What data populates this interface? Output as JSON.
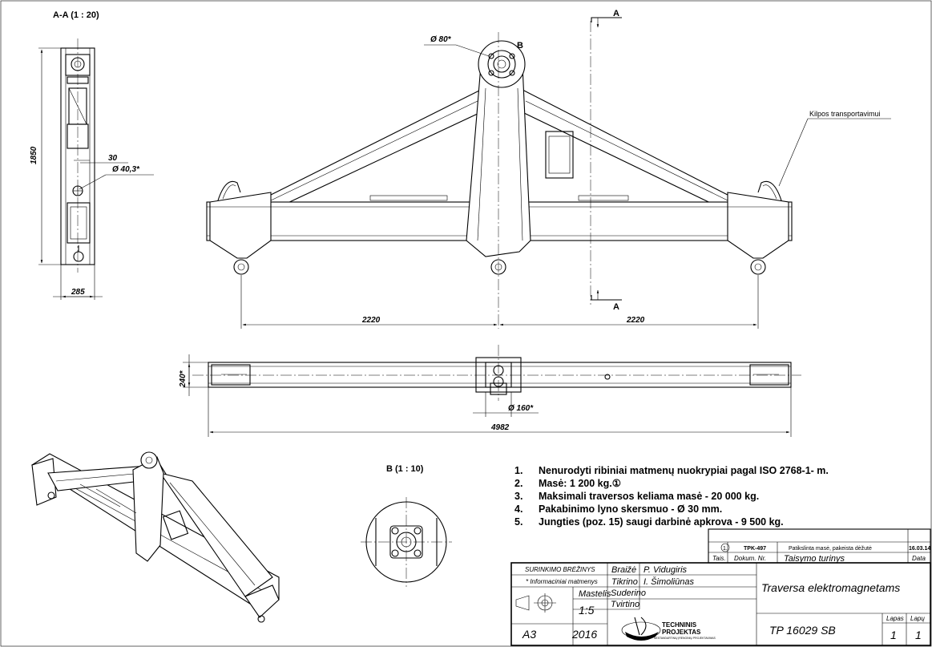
{
  "views": {
    "section_label": "A-A (1 : 20)",
    "detail_label": "B (1 : 10)",
    "callout_b": "B",
    "section_mark": "A"
  },
  "dimensions": {
    "height": "1850",
    "width_side": "285",
    "d30": "30",
    "d40": "Ø 40,3*",
    "d80": "Ø 80*",
    "span_left": "2220",
    "span_right": "2220",
    "depth": "240*",
    "d160": "Ø 160*",
    "total_length": "4982"
  },
  "labels": {
    "lifting_loops": "Kilpos transportavimui"
  },
  "notes": [
    {
      "num": "1.",
      "text": "Nenurodyti ribiniai matmenų nuokrypiai pagal ISO 2768-1- m."
    },
    {
      "num": "2.",
      "text": "Masė: 1 200 kg.①"
    },
    {
      "num": "3.",
      "text": "Maksimali traversos keliama masė - 20 000 kg."
    },
    {
      "num": "4.",
      "text": "Pakabinimo lyno skersmuo -  Ø 30 mm."
    },
    {
      "num": "5.",
      "text": "Jungties (poz. 15) saugi darbinė apkrova - 9 500 kg."
    }
  ],
  "revision": {
    "mark": "1.",
    "doc": "TPK-497",
    "desc": "Patikslinta masė, pakeista dėžutė",
    "date": "16.03.14",
    "h_tais": "Tais.",
    "h_dokum": "Dokum. Nr.",
    "h_turinys": "Taisymo turinys",
    "h_data": "Data"
  },
  "title_block": {
    "kind": "SURINKIMO BRĖŽINYS",
    "info": "* Informaciniai matmenys",
    "scale_label": "Mastelis",
    "scale": "1:5",
    "format": "A3",
    "year": "2016",
    "drew_label": "Braižė",
    "drew_name": "P. Vidugiris",
    "checked_label": "Tikrino",
    "checked_name": "I. Šimoliūnas",
    "agreed_label": "Suderino",
    "approved_label": "Tvirtino",
    "title": "Traversa elektromagnetams",
    "code": "TP 16029 SB",
    "sheet_label": "Lapas",
    "sheet": "1",
    "sheets_label": "Lapų",
    "sheets": "1",
    "company_line1": "TECHNINIS",
    "company_line2": "PROJEKTAS",
    "company_sub": "NESTANDARTINIŲ ĮRENGINIŲ PROJEKTAVIMAS"
  }
}
